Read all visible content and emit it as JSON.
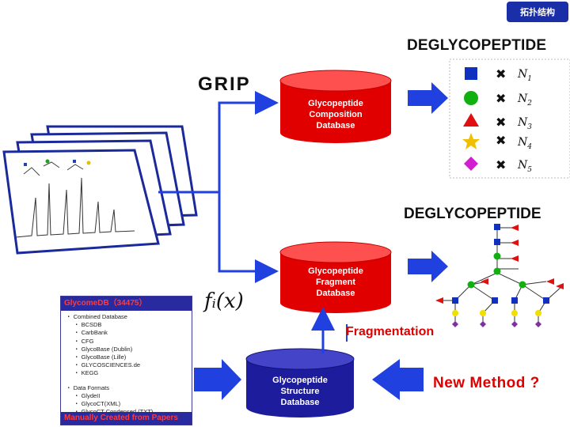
{
  "tag": "拓扑结构",
  "titles": {
    "deglyco_top": "DEGLYCOPEPTIDE",
    "deglyco_mid": "DEGLYCOPEPTIDE",
    "grip": "GRIP"
  },
  "databases": {
    "composition": [
      "Glycopeptide",
      "Composition",
      "Database"
    ],
    "fragment": [
      "Glycopeptide",
      "Fragment",
      "Database"
    ],
    "structure": [
      "Glycopeptide",
      "Structure",
      "Database"
    ]
  },
  "labels": {
    "fragmentation": "Fragmentation",
    "new_method": "New Method ?",
    "function": "fᵢ(x)"
  },
  "glycomedb": {
    "header": "GlycomeDB（34475）",
    "combined": "・ Combined Database",
    "sources": [
      "・ BCSDB",
      "・ CarbBank",
      "・ CFG",
      "・ GlycoBase (Dublin)",
      "・ GlycoBase (Lille)",
      "・ GLYCOSCIENCES.de",
      "・ KEGG"
    ],
    "formats_title": "・ Data Formats",
    "formats": [
      "・ GlydeII",
      "・ GlycoCT(XML)",
      "・ GlycoCT Condensed (TXT)"
    ],
    "footer": "Manually Created from Papers"
  },
  "legend": [
    {
      "shape": "square",
      "color": "#1030c0",
      "label": "N1"
    },
    {
      "shape": "circle",
      "color": "#10b010",
      "label": "N2"
    },
    {
      "shape": "triangle",
      "color": "#e01010",
      "label": "N3"
    },
    {
      "shape": "star",
      "color": "#f0c000",
      "label": "N4"
    },
    {
      "shape": "diamond",
      "color": "#d020d0",
      "label": "N5"
    }
  ],
  "colors": {
    "cylinder": "#e00000",
    "cylinder_top": "#ff5050",
    "structure_cylinder": "#1c1c9c",
    "arrow": "#2040e0"
  }
}
